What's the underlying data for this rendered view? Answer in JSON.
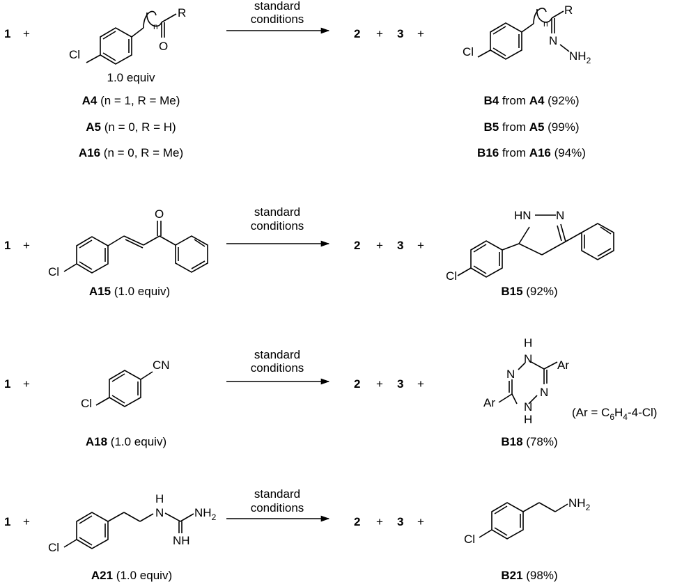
{
  "schemes": [
    {
      "reagent_1": "1",
      "plus": "+",
      "conditions": [
        "standard",
        "conditions"
      ],
      "product_2": "2",
      "product_3": "3",
      "substrate": {
        "equiv": "1.0 equiv",
        "variants": [
          {
            "name": "A4",
            "detail": " (n = 1, R = Me)"
          },
          {
            "name": "A5",
            "detail": " (n = 0, R = H)"
          },
          {
            "name": "A16",
            "detail": " (n = 0, R = Me)"
          }
        ],
        "structure_atoms": {
          "cl": "Cl",
          "o": "O",
          "r": "R",
          "n": "n"
        }
      },
      "product": {
        "structure_atoms": {
          "cl": "Cl",
          "r": "R",
          "n": "n",
          "n_imine": "N",
          "nh2": "NH",
          "nh2_sub": "2"
        },
        "results": [
          {
            "prod": "B4",
            "from": " from ",
            "src": "A4",
            "yield": " (92%)"
          },
          {
            "prod": "B5",
            "from": " from ",
            "src": "A5",
            "yield": " (99%)"
          },
          {
            "prod": "B16",
            "from": " from ",
            "src": "A16",
            "yield": " (94%)"
          }
        ]
      }
    },
    {
      "reagent_1": "1",
      "plus": "+",
      "conditions": [
        "standard",
        "conditions"
      ],
      "product_2": "2",
      "product_3": "3",
      "substrate": {
        "name": "A15",
        "detail": " (1.0 equiv)",
        "structure_atoms": {
          "cl": "Cl",
          "o": "O"
        }
      },
      "product": {
        "name": "B15",
        "yield": " (92%)",
        "structure_atoms": {
          "cl": "Cl",
          "hn": "HN",
          "n": "N"
        }
      }
    },
    {
      "reagent_1": "1",
      "plus": "+",
      "conditions": [
        "standard",
        "conditions"
      ],
      "product_2": "2",
      "product_3": "3",
      "substrate": {
        "name": "A18",
        "detail": " (1.0 equiv)",
        "structure_atoms": {
          "cl": "Cl",
          "cn": "CN"
        }
      },
      "product": {
        "name": "B18",
        "yield": " (78%)",
        "note": {
          "pre": "(Ar = C",
          "sub1": "6",
          "mid": "H",
          "sub2": "4",
          "post": "-4-Cl)"
        },
        "structure_atoms": {
          "h": "H",
          "n": "N",
          "ar": "Ar"
        }
      }
    },
    {
      "reagent_1": "1",
      "plus": "+",
      "conditions": [
        "standard",
        "conditions"
      ],
      "product_2": "2",
      "product_3": "3",
      "substrate": {
        "name": "A21",
        "detail": " (1.0 equiv)",
        "structure_atoms": {
          "cl": "Cl",
          "h": "H",
          "n": "N",
          "nh2": "NH",
          "nh2_sub": "2",
          "nh": "NH"
        }
      },
      "product": {
        "name": "B21",
        "yield": " (98%)",
        "structure_atoms": {
          "cl": "Cl",
          "nh2": "NH",
          "nh2_sub": "2"
        }
      }
    }
  ]
}
